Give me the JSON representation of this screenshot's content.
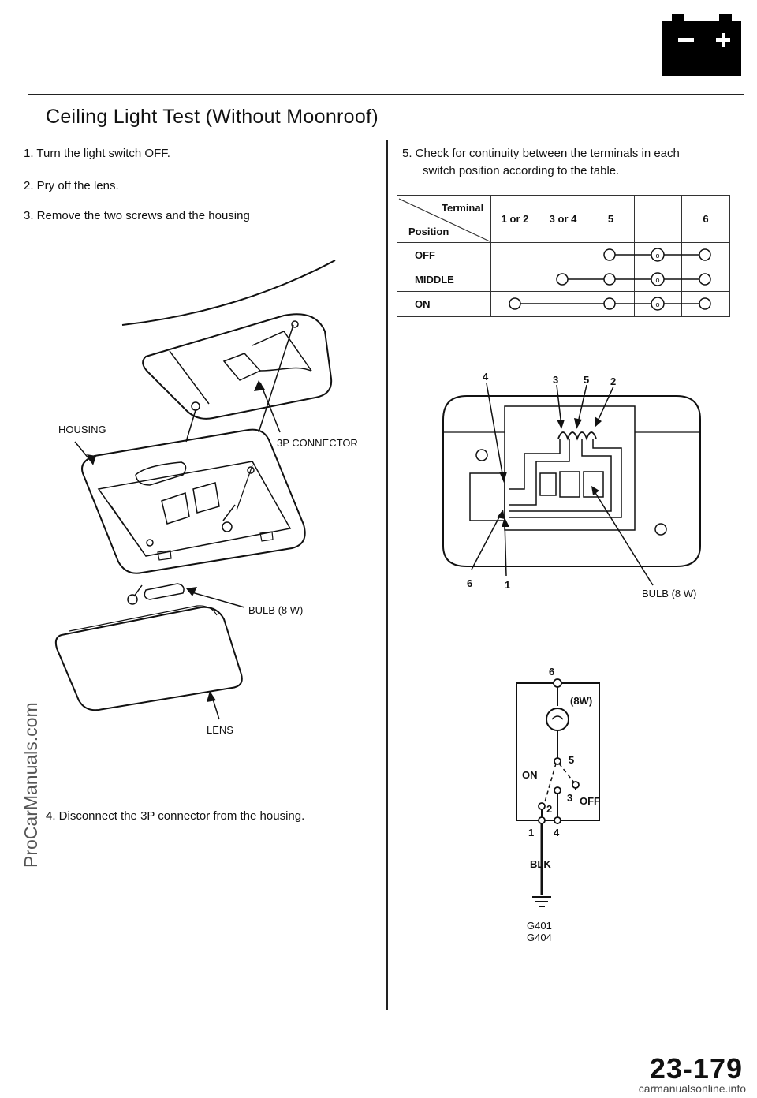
{
  "header": {
    "battery_icon": "battery-icon"
  },
  "title": "Ceiling Light Test (Without Moonroof)",
  "steps": [
    "1. Turn the light switch OFF.",
    "2. Pry off the lens.",
    "3. Remove the two screws and the housing",
    "4. Disconnect the 3P connector from the housing.",
    "5. Check for continuity between the terminals in each",
    "switch position according to the table."
  ],
  "exploded_view_labels": {
    "housing": "HOUSING",
    "connector": "3P CONNECTOR",
    "bulb": "BULB (8 W)",
    "lens": "LENS"
  },
  "table": {
    "header_terminal": "Terminal",
    "header_position": "Position",
    "columns": [
      "1 or 2",
      "3 or 4",
      "5",
      "",
      "6"
    ],
    "rows": [
      {
        "position": "OFF",
        "connected": [
          "5",
          "bulb",
          "6"
        ]
      },
      {
        "position": "MIDDLE",
        "connected": [
          "3 or 4",
          "5",
          "bulb",
          "6"
        ]
      },
      {
        "position": "ON",
        "connected": [
          "1 or 2",
          "5",
          "bulb",
          "6"
        ]
      }
    ]
  },
  "connector_view": {
    "terminals_top": [
      "4",
      "3",
      "5",
      "2"
    ],
    "terminals_bottom": [
      "6",
      "1"
    ],
    "bulb_label": "BULB (8 W)"
  },
  "schematic": {
    "top_terminal": "6",
    "wattage": "(8W)",
    "t5": "5",
    "on": "ON",
    "t2": "2",
    "t3": "3",
    "off": "OFF",
    "t1": "1",
    "t4": "4",
    "wire_color": "BLK",
    "ground_1": "G401",
    "ground_2": "G404"
  },
  "page_number": "23-179",
  "watermark": "ProCarManuals.com",
  "footer": "carmanualsonline.info"
}
